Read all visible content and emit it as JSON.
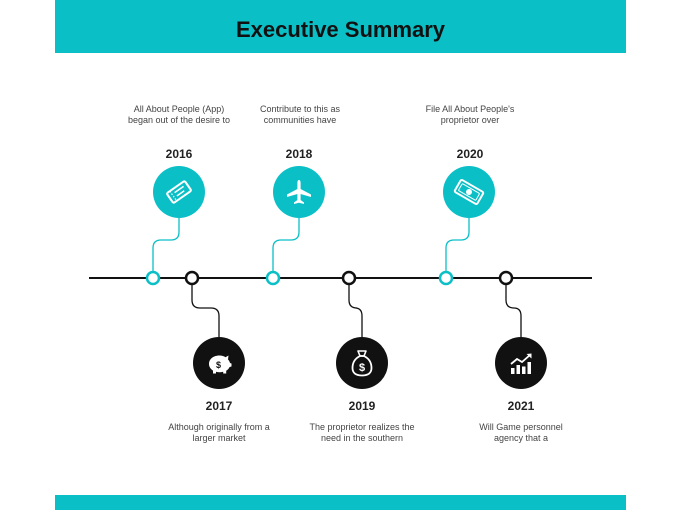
{
  "title": "Executive Summary",
  "colors": {
    "accent": "#0bbfc7",
    "dark": "#111111"
  },
  "milestones": [
    {
      "year": "2016",
      "text": "All About People (App) began out of the desire to",
      "icon": "ticket-icon"
    },
    {
      "year": "2017",
      "text": "Although originally from a larger market",
      "icon": "piggy-bank-icon"
    },
    {
      "year": "2018",
      "text": "Contribute to this as communities have",
      "icon": "airplane-icon"
    },
    {
      "year": "2019",
      "text": "The proprietor realizes the need in the southern",
      "icon": "money-bag-icon"
    },
    {
      "year": "2020",
      "text": "File All About People's proprietor over",
      "icon": "banknote-icon"
    },
    {
      "year": "2021",
      "text": "Will Game personnel agency that a",
      "icon": "growth-chart-icon"
    }
  ]
}
